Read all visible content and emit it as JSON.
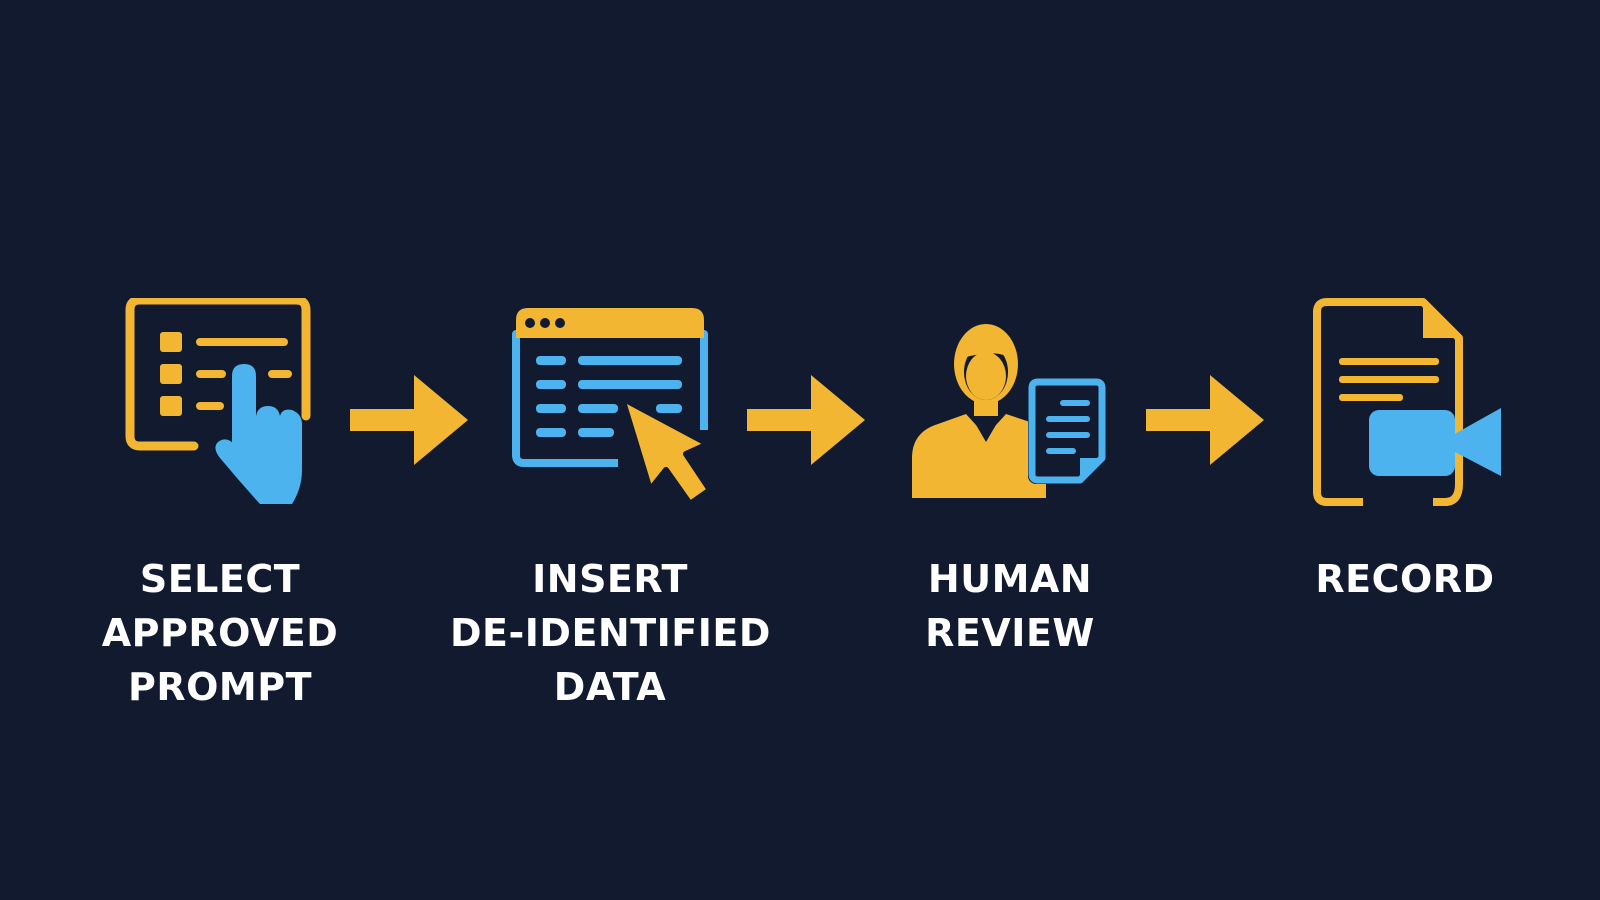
{
  "colors": {
    "background": "#111a2e",
    "accent_yellow": "#f2b632",
    "accent_blue": "#4db3ee",
    "text": "#ffffff"
  },
  "steps": [
    {
      "icon": "list-tap-icon",
      "lines": [
        "SELECT",
        "APPROVED",
        "PROMPT"
      ]
    },
    {
      "icon": "browser-cursor-icon",
      "lines": [
        "INSERT",
        "DE-IDENTIFIED",
        "DATA"
      ]
    },
    {
      "icon": "person-document-icon",
      "lines": [
        "HUMAN",
        "REVIEW"
      ]
    },
    {
      "icon": "document-video-icon",
      "lines": [
        "RECORD"
      ]
    }
  ],
  "connectors": [
    "arrow-right-icon",
    "arrow-right-icon",
    "arrow-right-icon"
  ]
}
